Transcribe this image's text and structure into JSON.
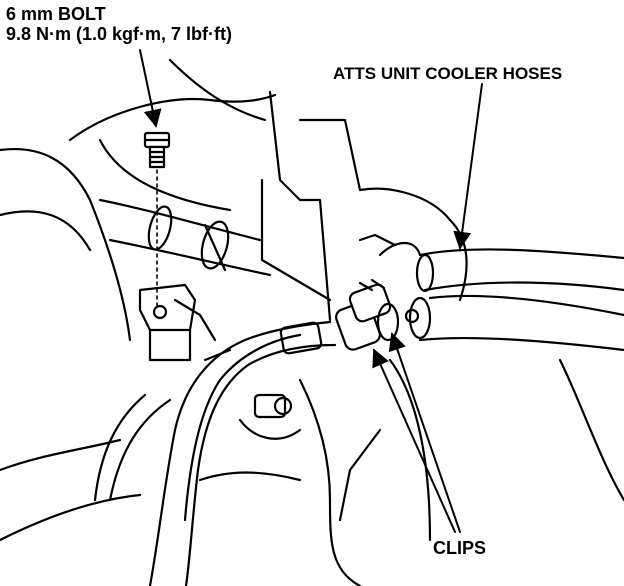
{
  "callouts": {
    "bolt_size": "6 mm BOLT",
    "bolt_torque": "9.8 N·m (1.0 kgf·m, 7 lbf·ft)",
    "hoses": "ATTS UNIT COOLER HOSES",
    "clips": "CLIPS"
  },
  "colors": {
    "ink": "#000000",
    "paper": "#ffffff"
  },
  "icons": [
    "bolt-icon",
    "clip-icon",
    "hose-icon",
    "arrow-icon"
  ]
}
